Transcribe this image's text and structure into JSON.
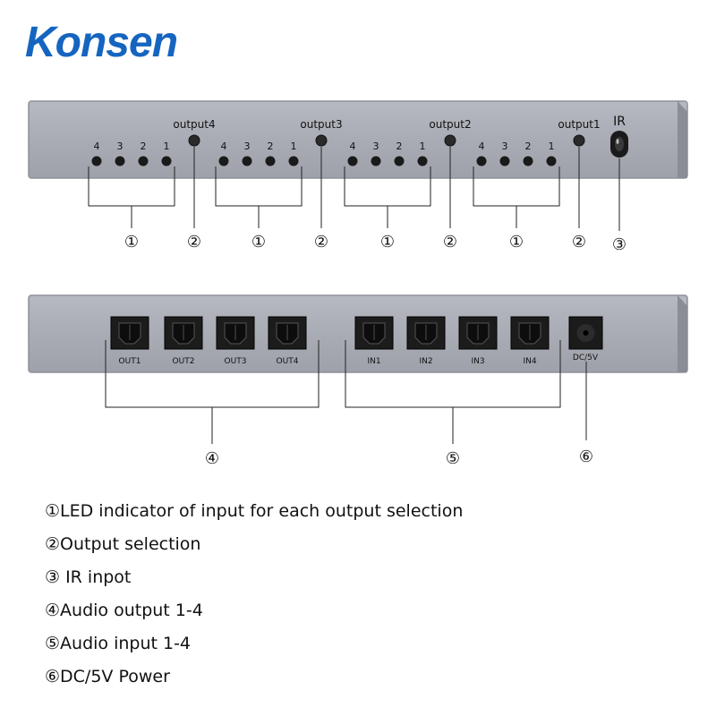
{
  "brand": "Konsen",
  "front_panel": {
    "led_numbers": [
      "4",
      "3",
      "2",
      "1"
    ],
    "outputs": [
      "output4",
      "output3",
      "output2",
      "output1"
    ],
    "ir_label": "IR",
    "callouts": {
      "led": "①",
      "select": "②",
      "ir": "③"
    }
  },
  "back_panel": {
    "outputs": [
      "OUT1",
      "OUT2",
      "OUT3",
      "OUT4"
    ],
    "inputs": [
      "IN1",
      "IN2",
      "IN3",
      "IN4"
    ],
    "power": "DC/5V",
    "callouts": {
      "audio_out": "④",
      "audio_in": "⑤",
      "power": "⑥"
    }
  },
  "legend": [
    "①LED indicator of input for each output selection",
    "②Output selection",
    "③ IR inpot",
    "④Audio output 1-4",
    "⑤Audio input 1-4",
    "⑥DC/5V Power"
  ]
}
